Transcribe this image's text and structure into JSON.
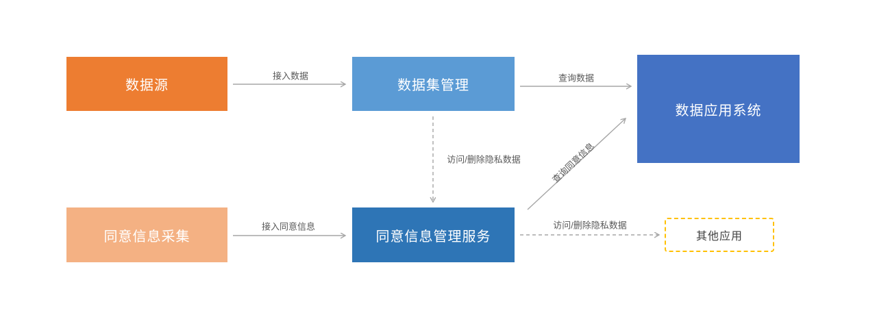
{
  "diagram": {
    "background": "#FFFFFF",
    "style": {
      "edge_color": "#A6A6A6",
      "edge_label_color": "#595959"
    },
    "nodes": {
      "data_source": {
        "label": "数据源",
        "color": "#ED7D31"
      },
      "dataset_mgmt": {
        "label": "数据集管理",
        "color": "#5B9BD5"
      },
      "data_app": {
        "label": "数据应用系统",
        "color": "#4472C4"
      },
      "consent_collect": {
        "label": "同意信息采集",
        "color": "#F4B183"
      },
      "consent_mgmt": {
        "label": "同意信息管理服务",
        "color": "#2E75B6"
      },
      "other_app": {
        "label": "其他应用",
        "border_color": "#FFC000"
      }
    },
    "edges": {
      "access_data": {
        "label": "接入数据",
        "from": "data_source",
        "to": "dataset_mgmt",
        "line": "solid"
      },
      "query_data": {
        "label": "查询数据",
        "from": "dataset_mgmt",
        "to": "data_app",
        "line": "solid"
      },
      "access_delete_privacy_down": {
        "label": "访问/删除隐私数据",
        "from": "dataset_mgmt",
        "to": "consent_mgmt",
        "line": "dashed"
      },
      "access_consent": {
        "label": "接入同意信息",
        "from": "consent_collect",
        "to": "consent_mgmt",
        "line": "solid"
      },
      "query_consent": {
        "label": "查询同意信息",
        "from": "consent_mgmt",
        "to": "data_app",
        "line": "solid"
      },
      "access_delete_privacy_right": {
        "label": "访问/删除隐私数据",
        "from": "consent_mgmt",
        "to": "other_app",
        "line": "dashed"
      }
    }
  }
}
